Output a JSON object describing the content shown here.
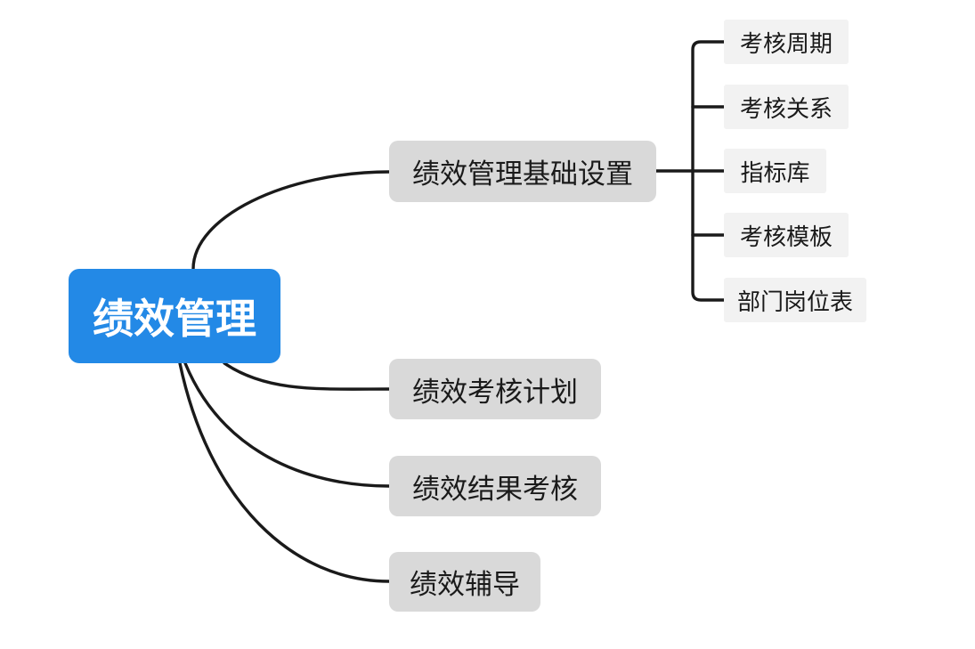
{
  "diagram": {
    "type": "mindmap",
    "root": {
      "label": "绩效管理",
      "bg_color": "#2389e6",
      "text_color": "#ffffff"
    },
    "branches": [
      {
        "label": "绩效管理基础设置",
        "children": [
          "考核周期",
          "考核关系",
          "指标库",
          "考核模板",
          "部门岗位表"
        ]
      },
      {
        "label": "绩效考核计划",
        "children": []
      },
      {
        "label": "绩效结果考核",
        "children": []
      },
      {
        "label": "绩效辅导",
        "children": []
      }
    ],
    "colors": {
      "branch_bg": "#d9d9d9",
      "leaf_bg": "#f2f2f2",
      "connector": "#1a1a1a",
      "canvas_bg": "#ffffff"
    }
  }
}
